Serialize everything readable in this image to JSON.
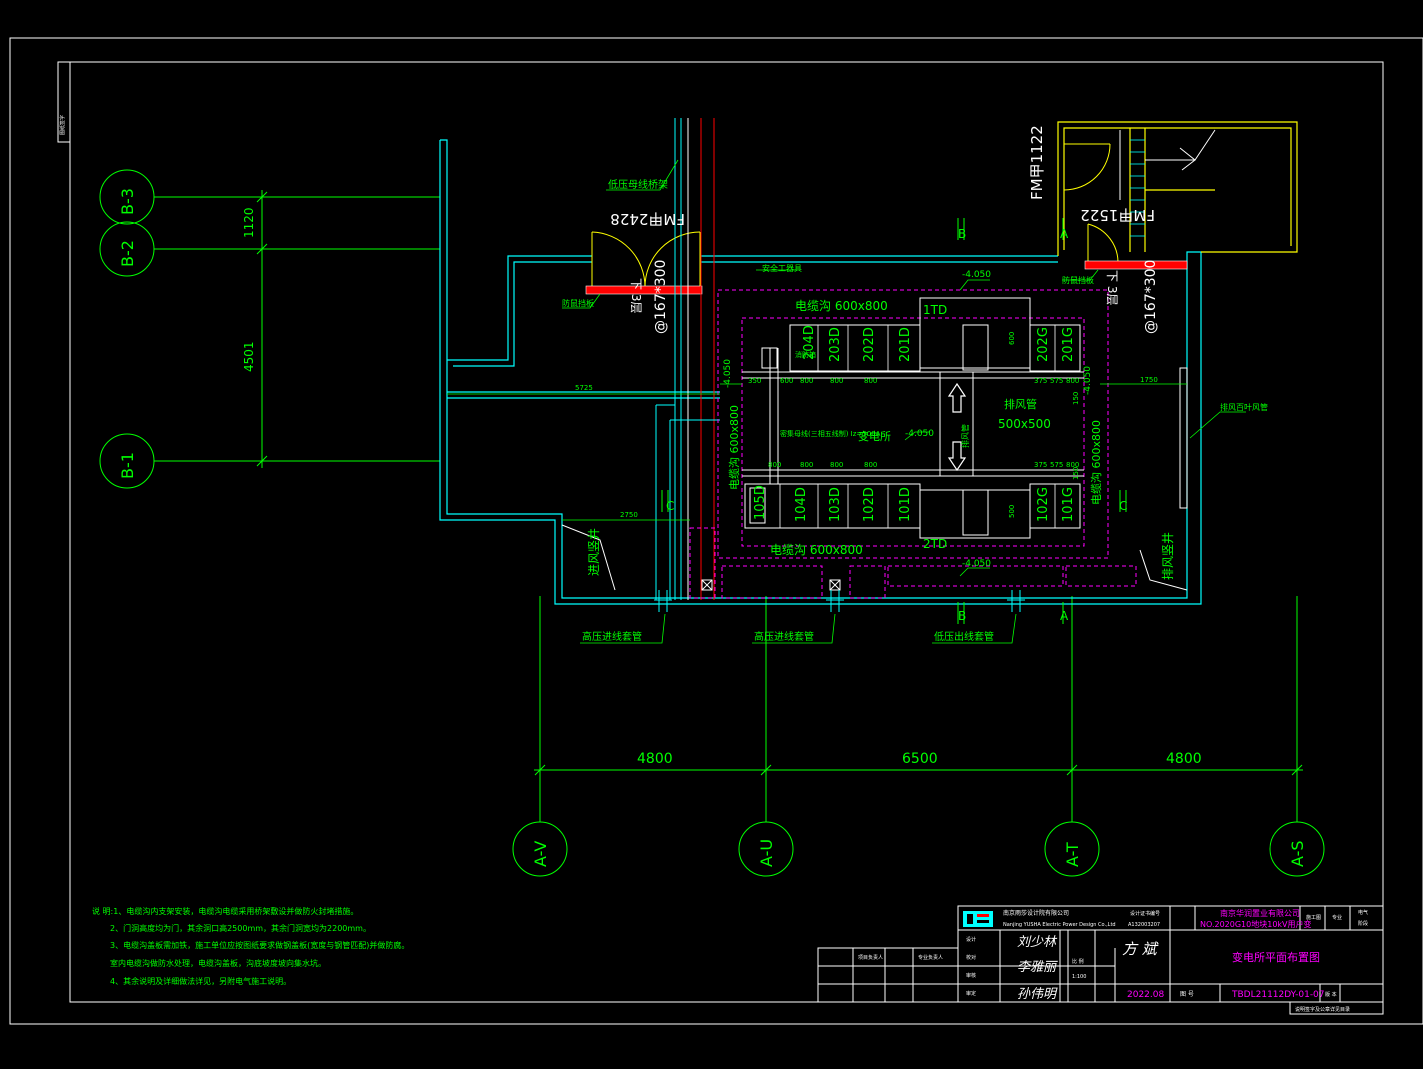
{
  "colors": {
    "background": "#000000",
    "frame": "#ffffff",
    "text": "#00ff00",
    "wall": "#00ffff",
    "door": "#ffff00",
    "equipment": "#ff00ff",
    "cable": "#ff0000",
    "dimension": "#00ff00"
  },
  "grid_axes": {
    "left": [
      "B-3",
      "B-2",
      "B-1"
    ],
    "bottom": [
      "A-V",
      "A-U",
      "A-T",
      "A-S"
    ]
  },
  "dimensions": {
    "left_top": "1120",
    "left_main": "4501",
    "bottom": [
      "4800",
      "6500",
      "4800"
    ],
    "inner_left_top": "5725",
    "inner_left_bottom": "2750",
    "inner_right": "1750",
    "row_top": [
      "350",
      "600",
      "800",
      "800",
      "800",
      "375",
      "575",
      "800"
    ],
    "row_bottom": [
      "800",
      "800",
      "800",
      "800",
      "375",
      "575",
      "800"
    ],
    "side_150a": "150",
    "side_150b": "150",
    "side_600": "600",
    "side_500": "500"
  },
  "doors": {
    "door_left": "FM甲2428",
    "door_right": "FM甲1522",
    "door_stair": "FM甲1122",
    "sill_left": "下 3层",
    "sill_right": "下 3层",
    "vent_left": "@167*300",
    "vent_right": "@167*300"
  },
  "labels": {
    "low_voltage_bus": "低压母线桥架",
    "anti_rat_left": "防鼠挡板",
    "anti_rat_right": "防鼠挡板",
    "safety_tools": "安全工器具",
    "cable_trench_top": "电缆沟 600x800",
    "cable_trench_bottom": "电缆沟 600x800",
    "cable_trench_left": "电缆沟 600x800",
    "cable_trench_right": "电缆沟 600x800",
    "busbar_bridge": "密集母线(三相五线制) Iz=500A",
    "substation": "变电所",
    "exhaust_duct": "排风管",
    "exhaust_size": "500x500",
    "exhaust_duct_side": "排风管",
    "fire_box": "消防箱",
    "level_a": "-4.050",
    "level_b": "-4.050",
    "level_c": "-4.050",
    "level_d": "-4.050",
    "level_e": "-4.050",
    "intake_shaft": "进风竖井",
    "exhaust_shaft": "排风竖井",
    "exhaust_grille": "排风百叶风管",
    "transformer_top": "1TD",
    "transformer_bottom": "2TD",
    "sec_b_top": "B",
    "sec_a_top": "A",
    "sec_b_bottom": "B",
    "sec_a_bottom": "A",
    "sec_c_left": "C",
    "sec_c_right": "C",
    "pipe1": "高压进线套管",
    "pipe2": "高压进线套管",
    "pipe3": "低压出线套管"
  },
  "cabinets": {
    "top_row": [
      "204D",
      "203D",
      "202D",
      "201D",
      "202G",
      "201G"
    ],
    "bottom_row": [
      "105D",
      "104D",
      "103D",
      "102D",
      "101D",
      "102G",
      "101G"
    ]
  },
  "notes": [
    "说 明:1、电缆沟内支架安装，电缆沟电缆采用桥架敷设并做防火封堵措施。",
    "2、门洞高度均为门，其余洞口高2500mm，其余门洞宽均为2200mm。",
    "3、电缆沟盖板需加铁，施工单位应按图纸要求做钢盖板(宽度与钢管匹配)并做防腐。",
    "     室内电缆沟做防水处理，电缆沟盖板，沟底坡度坡向集水坑。",
    "4、其余说明及详细做法详见，另附电气施工说明。"
  ],
  "title_block": {
    "company_name": "南京雨莎设计院有限公司",
    "company_en": "Nanjing YUSHA Electric Power Design Co.,Ltd",
    "cert": "设计证书编号",
    "cert_no": "A132003207",
    "client": "南京华润置业有限公司",
    "project": "NO.2020G10地块10kV用户变",
    "phase": "施工图",
    "drawing_title": "变电所平面布置图",
    "date": "2022.08",
    "drawing_no": "TBDL21112DY-01-07",
    "specialty_label": "专业",
    "specialty": "电气",
    "design_stage_label": "阶段",
    "sheet_label": "图 号",
    "scale_label": "比 例",
    "scale": "1:100",
    "rev_label": "版 本",
    "signatures": [
      "刘少林",
      "李雅丽",
      "孙伟明",
      "方 斌"
    ],
    "rows": [
      "设计",
      "校对",
      "审核",
      "审定",
      "项目负责人",
      "专业负责人"
    ],
    "footer": "说明签字及公章详见目录"
  },
  "margin_stamp": "图纸签字"
}
